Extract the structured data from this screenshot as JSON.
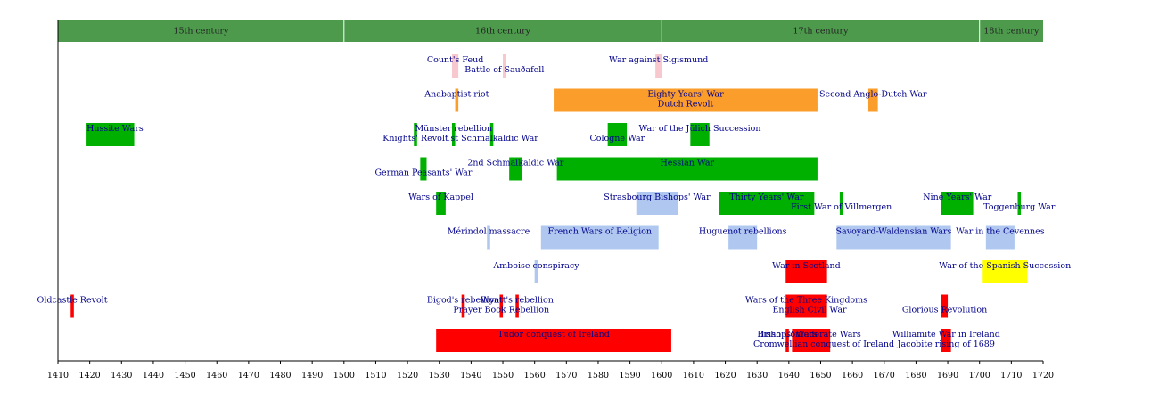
{
  "chart_data": {
    "type": "timeline",
    "x_range": [
      1410,
      1720
    ],
    "x_tick_step": 10,
    "centuries": [
      {
        "label": "15th century",
        "start": 1410,
        "end": 1500
      },
      {
        "label": "16th century",
        "start": 1500,
        "end": 1600
      },
      {
        "label": "17th century",
        "start": 1600,
        "end": 1700
      },
      {
        "label": "18th century",
        "start": 1700,
        "end": 1720
      }
    ],
    "colors": {
      "century_band": "#4d9a4d",
      "pink": "#f7c9cf",
      "orange": "#fa9d2a",
      "green": "#00b000",
      "lightblue": "#b0c8f0",
      "red": "#ff0000",
      "yellow": "#ffff00",
      "label": "#00008b"
    },
    "events": [
      {
        "name": "Count's Feud",
        "start": 1534,
        "end": 1536,
        "row": 0,
        "color": "pink",
        "label_line": 0
      },
      {
        "name": "Battle of Sauðafell",
        "start": 1550,
        "end": 1551,
        "row": 0,
        "color": "pink",
        "label_line": 1
      },
      {
        "name": "War against Sigismund",
        "start": 1598,
        "end": 1600,
        "row": 0,
        "color": "pink",
        "label_line": 0
      },
      {
        "name": "Anabaptist riot",
        "start": 1535,
        "end": 1536,
        "row": 1,
        "color": "orange",
        "label_line": 0
      },
      {
        "name": "Eighty Years' War",
        "start": 1566,
        "end": 1649,
        "row": 1,
        "color": "orange",
        "label_line": 0
      },
      {
        "name": "Dutch Revolt",
        "start": 1566,
        "end": 1649,
        "row": 1,
        "color": "none",
        "label_line": 1
      },
      {
        "name": "Second Anglo-Dutch War",
        "start": 1665,
        "end": 1668,
        "row": 1,
        "color": "orange",
        "label_line": 0
      },
      {
        "name": "Hussite Wars",
        "start": 1419,
        "end": 1434,
        "row": 2,
        "color": "green",
        "label_line": 0,
        "label_anchor": "start"
      },
      {
        "name": "Knights' Revolt",
        "start": 1522,
        "end": 1523,
        "row": 2,
        "color": "green",
        "label_line": 1
      },
      {
        "name": "Münster rebellion",
        "start": 1534,
        "end": 1535,
        "row": 2,
        "color": "green",
        "label_line": 0
      },
      {
        "name": "1st Schmalkaldic War",
        "start": 1546,
        "end": 1547,
        "row": 2,
        "color": "green",
        "label_line": 1
      },
      {
        "name": "Cologne War",
        "start": 1583,
        "end": 1589,
        "row": 2,
        "color": "green",
        "label_line": 1
      },
      {
        "name": "War of the Jülich Succession",
        "start": 1609,
        "end": 1615,
        "row": 2,
        "color": "green",
        "label_line": 0
      },
      {
        "name": "German Peasants' War",
        "start": 1524,
        "end": 1526,
        "row": 3,
        "color": "green",
        "label_line": 1
      },
      {
        "name": "2nd Schmalkaldic War",
        "start": 1552,
        "end": 1556,
        "row": 3,
        "color": "green",
        "label_line": 0
      },
      {
        "name": "Hessian War",
        "start": 1567,
        "end": 1649,
        "row": 3,
        "color": "green",
        "label_line": 0
      },
      {
        "name": "Wars of Kappel",
        "start": 1529,
        "end": 1532,
        "row": 4,
        "color": "green",
        "label_line": 0
      },
      {
        "name": "Strasbourg Bishops' War",
        "start": 1592,
        "end": 1605,
        "row": 4,
        "color": "lightblue",
        "label_line": 0
      },
      {
        "name": "Thirty Years' War",
        "start": 1618,
        "end": 1648,
        "row": 4,
        "color": "green",
        "label_line": 0
      },
      {
        "name": "First War of Villmergen",
        "start": 1656,
        "end": 1657,
        "row": 4,
        "color": "green",
        "label_line": 1
      },
      {
        "name": "Nine Years' War",
        "start": 1688,
        "end": 1698,
        "row": 4,
        "color": "green",
        "label_line": 0
      },
      {
        "name": "Toggenburg War",
        "start": 1712,
        "end": 1713,
        "row": 4,
        "color": "green",
        "label_line": 1
      },
      {
        "name": "Mérindol massacre",
        "start": 1545,
        "end": 1546,
        "row": 5,
        "color": "lightblue",
        "label_line": 0
      },
      {
        "name": "French Wars of Religion",
        "start": 1562,
        "end": 1599,
        "row": 5,
        "color": "lightblue",
        "label_line": 0
      },
      {
        "name": "Huguenot rebellions",
        "start": 1621,
        "end": 1630,
        "row": 5,
        "color": "lightblue",
        "label_line": 0
      },
      {
        "name": "Savoyard-Waldensian Wars",
        "start": 1655,
        "end": 1691,
        "row": 5,
        "color": "lightblue",
        "label_line": 0
      },
      {
        "name": "War in the Cevennes",
        "start": 1702,
        "end": 1711,
        "row": 5,
        "color": "lightblue",
        "label_line": 0
      },
      {
        "name": "Amboise conspiracy",
        "start": 1560,
        "end": 1561,
        "row": 6,
        "color": "lightblue",
        "label_line": 0
      },
      {
        "name": "War in Scotland",
        "start": 1639,
        "end": 1652,
        "row": 6,
        "color": "red",
        "label_line": 0
      },
      {
        "name": "War of the Spanish Succession",
        "start": 1701,
        "end": 1715,
        "row": 6,
        "color": "yellow",
        "label_line": 0
      },
      {
        "name": "Oldcastle Revolt",
        "start": 1414,
        "end": 1415,
        "row": 7,
        "color": "red",
        "label_line": 0
      },
      {
        "name": "Bigod's rebellion",
        "start": 1537,
        "end": 1538,
        "row": 7,
        "color": "red",
        "label_line": 0
      },
      {
        "name": "Prayer Book Rebellion",
        "start": 1549,
        "end": 1550,
        "row": 7,
        "color": "red",
        "label_line": 1
      },
      {
        "name": "Wyatt's rebellion",
        "start": 1554,
        "end": 1555,
        "row": 7,
        "color": "red",
        "label_line": 0
      },
      {
        "name": "Wars of the Three Kingdoms",
        "start": 1639,
        "end": 1652,
        "row": 7,
        "color": "red",
        "label_line": 0
      },
      {
        "name": "English Civil War",
        "start": 1642,
        "end": 1651,
        "row": 7,
        "color": "none",
        "label_line": 1
      },
      {
        "name": "Glorious Revolution",
        "start": 1688,
        "end": 1690,
        "row": 7,
        "color": "red",
        "label_line": 1
      },
      {
        "name": "Tudor conquest of Ireland",
        "start": 1529,
        "end": 1603,
        "row": 8,
        "color": "red",
        "label_line": 0
      },
      {
        "name": "Bishops' Wars",
        "start": 1639,
        "end": 1640,
        "row": 8,
        "color": "red",
        "label_line": 0
      },
      {
        "name": "Irish Confederate Wars",
        "start": 1641,
        "end": 1653,
        "row": 8,
        "color": "red",
        "label_line": 0
      },
      {
        "name": "Cromwellian conquest of Ireland",
        "start": 1649,
        "end": 1653,
        "row": 8,
        "color": "none",
        "label_line": 1
      },
      {
        "name": "Williamite War in Ireland",
        "start": 1688,
        "end": 1691,
        "row": 8,
        "color": "red",
        "label_line": 0
      },
      {
        "name": "Jacobite rising of 1689",
        "start": 1689,
        "end": 1690,
        "row": 8,
        "color": "none",
        "label_line": 1
      }
    ]
  }
}
